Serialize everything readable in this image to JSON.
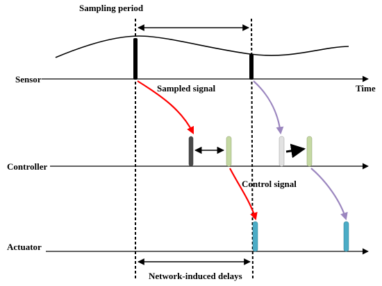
{
  "labels": {
    "sampling_period": "Sampling period",
    "sensor": "Sensor",
    "controller": "Controller",
    "actuator": "Actuator",
    "time": "Time",
    "sampled_signal": "Sampled signal",
    "control_signal": "Control signal",
    "network_delays": "Network-induced delays"
  },
  "colors": {
    "sample_bar": "#000000",
    "controller_receive_1": "#4a4a4a",
    "controller_receive_2": "#e2e2e2",
    "controller_output": "#c5d9a3",
    "actuator_bar": "#4bacc6",
    "arrow_red": "#ff0000",
    "arrow_purple": "#9b86bf",
    "axis": "#000000"
  }
}
